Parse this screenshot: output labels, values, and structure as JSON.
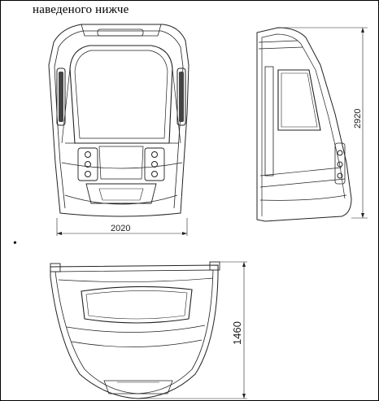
{
  "caption": "наведеного нижче",
  "bullet": "•",
  "views": {
    "front": {
      "width_label": "2020"
    },
    "side": {
      "height_label": "2920"
    },
    "top": {
      "depth_label": "1460"
    }
  }
}
